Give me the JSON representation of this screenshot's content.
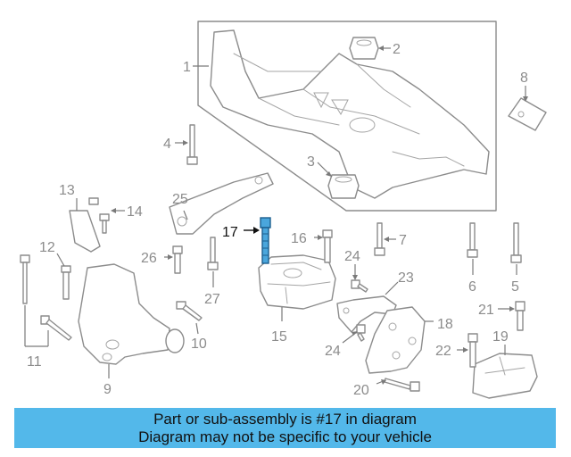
{
  "callouts": {
    "c1": "1",
    "c2": "2",
    "c3": "3",
    "c4": "4",
    "c5": "5",
    "c6": "6",
    "c7": "7",
    "c8": "8",
    "c9": "9",
    "c10": "10",
    "c11": "11",
    "c12": "12",
    "c13": "13",
    "c14": "14",
    "c15": "15",
    "c16": "16",
    "c17": "17",
    "c18": "18",
    "c19": "19",
    "c20": "20",
    "c21": "21",
    "c22": "22",
    "c23": "23",
    "c24a": "24",
    "c24b": "24",
    "c25": "25",
    "c26": "26",
    "c27": "27"
  },
  "highlighted_part": "17",
  "colors": {
    "highlight": "#4aa6dc",
    "banner": "#53b8ea",
    "line": "#8c8c8c"
  },
  "banner": {
    "line1": "Part or sub-assembly is #17 in diagram",
    "line2": "Diagram may not be specific to your vehicle"
  }
}
